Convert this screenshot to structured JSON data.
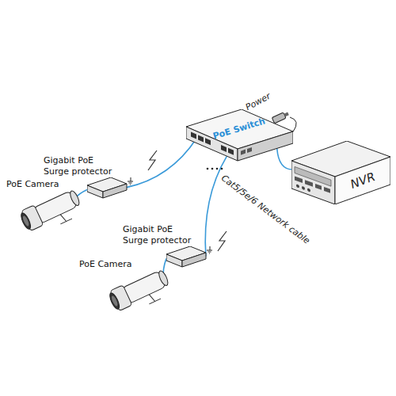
{
  "diagram": {
    "nodes": [
      {
        "text": [
          "PoE Switch"
        ]
      },
      {
        "text": [
          "Power"
        ]
      },
      {
        "text": [
          "NVR"
        ]
      },
      {
        "text": [
          "Gigabit PoE Surge protector"
        ]
      },
      {
        "text": [
          "PoE Camera"
        ]
      },
      {
        "text": [
          "Gigabit PoE Surge protector"
        ]
      },
      {
        "text": [
          "PoE Camera"
        ]
      }
    ],
    "edges": [
      {
        "from": 0,
        "to": 2,
        "arrow": "none"
      },
      {
        "from": 1,
        "to": 0,
        "arrow": "none"
      },
      {
        "from": 0,
        "to": 3,
        "arrow": "none"
      },
      {
        "from": 3,
        "to": 4,
        "arrow": "none"
      },
      {
        "from": 0,
        "to": 5,
        "arrow": "none"
      },
      {
        "from": 5,
        "to": 6,
        "arrow": "none"
      }
    ],
    "labels": [
      "Cat5/5e/6 Network cable"
    ]
  }
}
